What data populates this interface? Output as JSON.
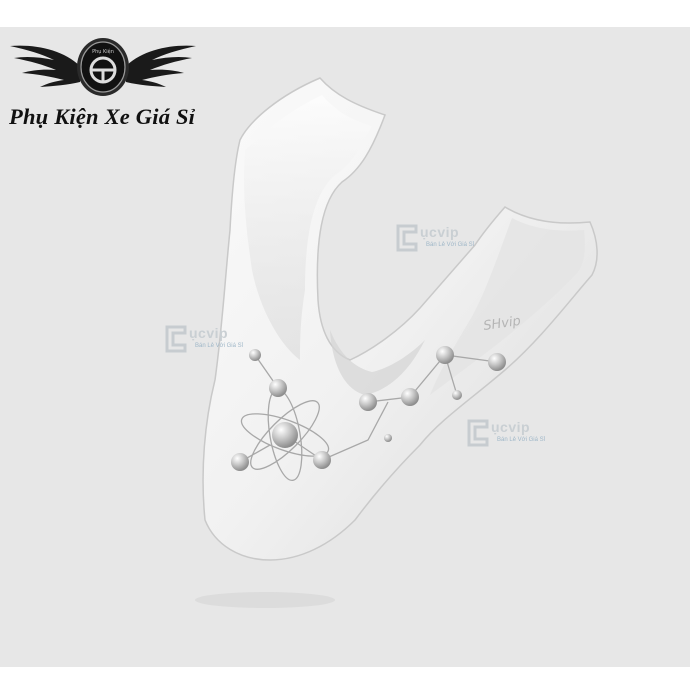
{
  "brand": {
    "logo_text": "Phụ Kiện",
    "title": "Phụ Kiện Xe Giá Sỉ"
  },
  "watermarks": [
    {
      "main": "ụcvip",
      "sub": "Bán Lẻ Với Giá Sỉ"
    },
    {
      "main": "ụcvip",
      "sub": "Bán Lẻ Với Giá Sỉ"
    },
    {
      "main": "ụcvip",
      "sub": "Bán Lẻ Với Giá Sỉ"
    }
  ],
  "product": {
    "engraving": "SHvip"
  },
  "colors": {
    "panel": "#e7e7e7",
    "part": "#f2f2f2",
    "atom": "#b9b9b9"
  }
}
